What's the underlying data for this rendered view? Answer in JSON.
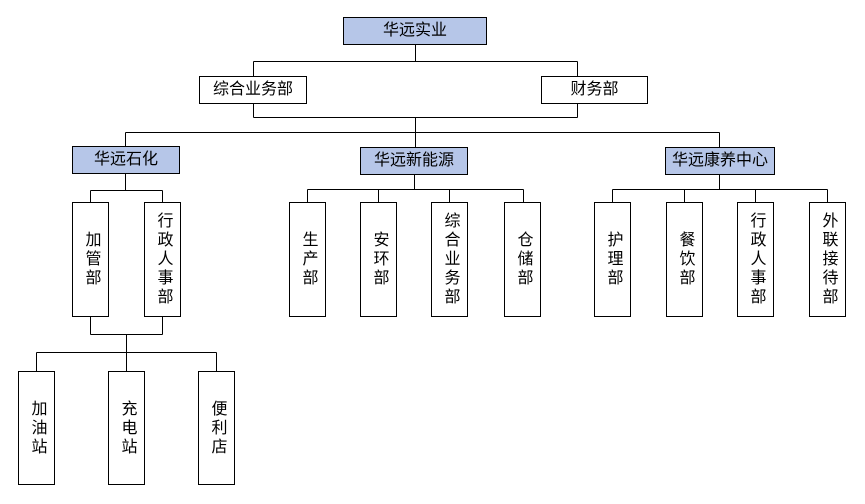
{
  "colors": {
    "parent_fill": "#b6c6e8",
    "child_fill": "#ffffff",
    "border": "#000000",
    "connector_line": "#000000",
    "text": "#000000",
    "background": "#ffffff"
  },
  "org": {
    "root": {
      "label": "华远实业"
    },
    "shared_departments": [
      {
        "label": "综合业务部"
      },
      {
        "label": "财务部"
      }
    ],
    "subsidiaries": [
      {
        "label": "华远石化",
        "departments": [
          {
            "label": "加管部"
          },
          {
            "label": "行政人事部"
          }
        ],
        "branches": [
          {
            "label": "加油站"
          },
          {
            "label": "充电站"
          },
          {
            "label": "便利店"
          }
        ]
      },
      {
        "label": "华远新能源",
        "departments": [
          {
            "label": "生产部"
          },
          {
            "label": "安环部"
          },
          {
            "label": "综合业务部"
          },
          {
            "label": "仓储部"
          }
        ]
      },
      {
        "label": "华远康养中心",
        "departments": [
          {
            "label": "护理部"
          },
          {
            "label": "餐饮部"
          },
          {
            "label": "行政人事部"
          },
          {
            "label": "外联接待部"
          }
        ]
      }
    ]
  }
}
